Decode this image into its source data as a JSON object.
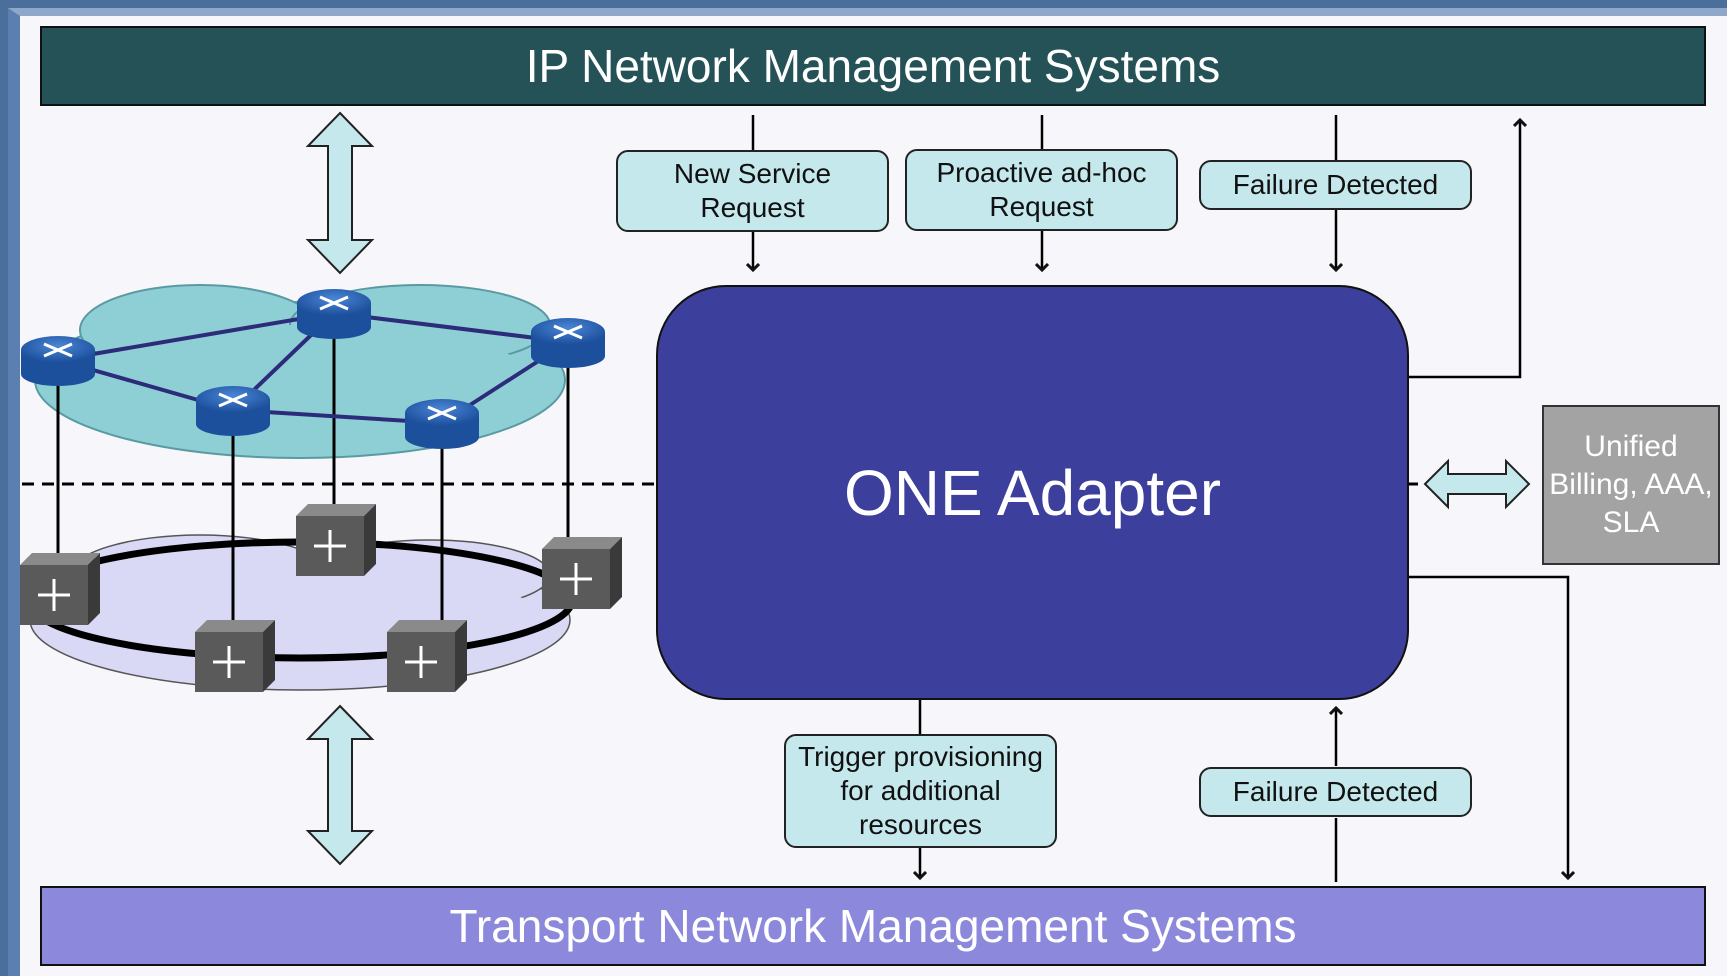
{
  "diagram": {
    "ip_nms_title": "IP Network Management Systems",
    "transport_nms_title": "Transport Network Management Systems",
    "adapter_title": "ONE Adapter",
    "billing_label": "Unified Billing, AAA, SLA",
    "top_labels": {
      "new_service": "New Service Request",
      "proactive": "Proactive ad-hoc Request",
      "failure_top": "Failure Detected"
    },
    "bottom_labels": {
      "trigger": "Trigger provisioning for additional resources",
      "failure_bottom": "Failure Detected"
    },
    "colors": {
      "ip_bar": "#245257",
      "transport_bar": "#8c89dc",
      "adapter": "#3c3f9b",
      "label_fill": "#c5e8ec",
      "billing": "#a3a3a3",
      "ip_cloud": "#8ecfd6",
      "transport_cloud": "#d9d8f5"
    },
    "icons": [
      "router-icon",
      "optical-switch-icon",
      "double-arrow-icon"
    ]
  }
}
